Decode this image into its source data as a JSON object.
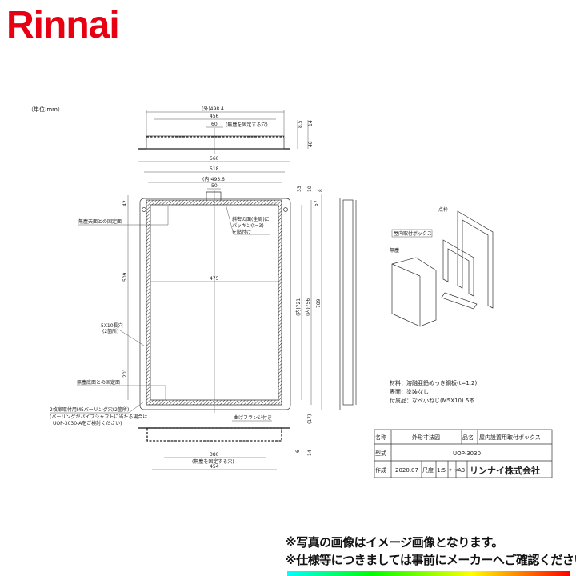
{
  "brand": {
    "logo": "Rinnai",
    "color": "#e60012"
  },
  "drawing": {
    "unit": "（単位:mm）",
    "top_view": {
      "d_outer": "(外)498.4",
      "d_456": "456",
      "d_60": "60",
      "hole_note": "(無塵を固定する穴)",
      "d_8_5": "8.5",
      "d_14": "14",
      "d_48": "48"
    },
    "front_view": {
      "d_560": "560",
      "d_518": "518",
      "d_inner": "(内)493.6",
      "d_50": "50",
      "d_33": "33",
      "d_10": "10",
      "d_8": "8",
      "d_42": "42",
      "d_509": "509",
      "d_201": "201",
      "d_475": "475",
      "d_721": "(内)721",
      "d_756": "(内)756",
      "d_789": "789",
      "d_57": "57",
      "label_top_fix": "無塵天面との固定面",
      "label_packing": [
        "斜密の面(全周)に",
        "パッキン(t=3)",
        "を貼付け"
      ],
      "label_slot": [
        "5X10長穴",
        "(2箇所)"
      ],
      "label_bottom_fix": "無塵底面との固定面",
      "label_burring": [
        "2枚扉取付用M5バーリング穴(2箇所)",
        "(バーリングがパイプシャフトに当たる場合は",
        "UOP-3030-Aをご検討ください)"
      ]
    },
    "bottom_view": {
      "flange": "曲げフランジ付き",
      "d_380": "380",
      "hole_note": "(無塵を固定する穴)",
      "d_454": "454",
      "d_6": "6",
      "d_14": "14",
      "d_17": "(17)"
    },
    "iso": {
      "frame": "点枠",
      "box": "屋内取付ボックス",
      "unit": "無塵"
    },
    "spec": [
      "材料：溶融亜鉛めっき鋼板(t=1.2)",
      "表面：塗装なし",
      "付属品：なべ小ねじ(M5X10) 5本"
    ],
    "title_block": {
      "name_label": "名称",
      "name": "外形寸法図",
      "product_label": "品名",
      "product": "屋内設置用取付ボックス",
      "model_label": "型式",
      "model": "UOP-3030",
      "made_label": "作成",
      "date": "2020.07",
      "scale_label": "尺度",
      "scale": "1:5",
      "size_label": "サイズ",
      "size": "A3",
      "company": "リンナイ株式会社"
    }
  },
  "notes": [
    "※写真の画像はイメージ画像となります。",
    "※仕様等につきましては事前にメーカーへご確認ください。"
  ]
}
